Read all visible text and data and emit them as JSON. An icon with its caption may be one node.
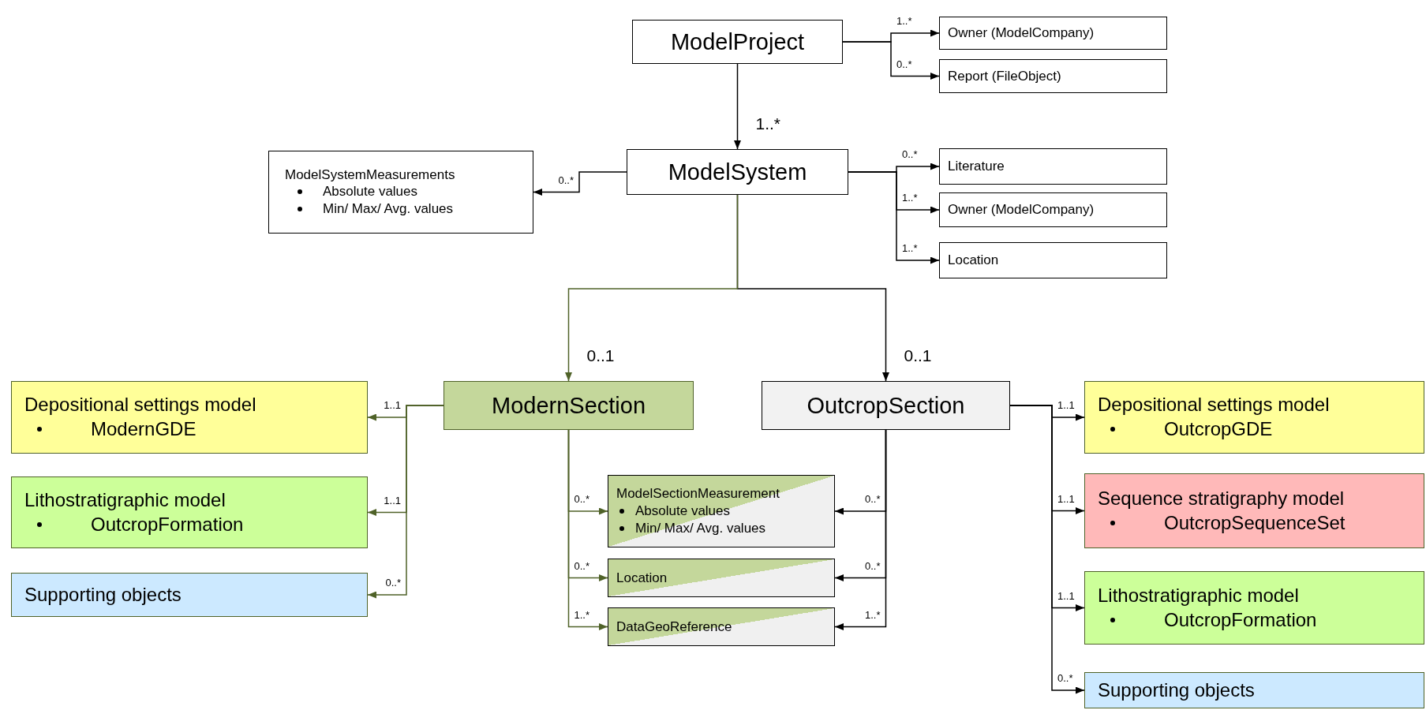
{
  "diagram": {
    "nodes": [
      {
        "text": [
          "ModelProject"
        ]
      },
      {
        "text": [
          "Owner (ModelCompany)"
        ]
      },
      {
        "text": [
          "Report (FileObject)"
        ]
      },
      {
        "text": [
          "ModelSystemMeasurements",
          "Absolute values",
          "Min/ Max/ Avg. values"
        ]
      },
      {
        "text": [
          "ModelSystem"
        ]
      },
      {
        "text": [
          "Literature"
        ]
      },
      {
        "text": [
          "Owner (ModelCompany)"
        ]
      },
      {
        "text": [
          "Location"
        ]
      },
      {
        "text": [
          "Depositional settings model",
          "ModernGDE"
        ]
      },
      {
        "text": [
          "ModernSection"
        ]
      },
      {
        "text": [
          "OutcropSection"
        ]
      },
      {
        "text": [
          "Depositional settings model",
          "OutcropGDE"
        ]
      },
      {
        "text": [
          "Lithostratigraphic model",
          "OutcropFormation"
        ]
      },
      {
        "text": [
          "ModelSectionMeasurement",
          "Absolute values",
          "Min/ Max/ Avg. values"
        ]
      },
      {
        "text": [
          "Sequence stratigraphy model",
          "OutcropSequenceSet"
        ]
      },
      {
        "text": [
          "Supporting objects"
        ]
      },
      {
        "text": [
          "Location"
        ]
      },
      {
        "text": [
          "Lithostratigraphic model",
          "OutcropFormation"
        ]
      },
      {
        "text": [
          "DataGeoReference"
        ]
      },
      {
        "text": [
          "Supporting objects"
        ]
      }
    ],
    "edges": [
      {
        "from": 0,
        "to": 4,
        "arrow": "to",
        "label": "1..*"
      },
      {
        "from": 0,
        "to": 1,
        "arrow": "to",
        "label": "1..*"
      },
      {
        "from": 0,
        "to": 2,
        "arrow": "to",
        "label": "0..*"
      },
      {
        "from": 4,
        "to": 3,
        "arrow": "to",
        "label": "0..*"
      },
      {
        "from": 4,
        "to": 5,
        "arrow": "to",
        "label": "0..*"
      },
      {
        "from": 4,
        "to": 6,
        "arrow": "to",
        "label": "1..*"
      },
      {
        "from": 4,
        "to": 7,
        "arrow": "to",
        "label": "1..*"
      },
      {
        "from": 4,
        "to": 9,
        "arrow": "to",
        "label": "0..1",
        "color": "#4f6228"
      },
      {
        "from": 4,
        "to": 10,
        "arrow": "to",
        "label": "0..1"
      },
      {
        "from": 9,
        "to": 8,
        "arrow": "to",
        "label": "1..1",
        "color": "#4f6228"
      },
      {
        "from": 9,
        "to": 12,
        "arrow": "to",
        "label": "1..1",
        "color": "#4f6228"
      },
      {
        "from": 9,
        "to": 15,
        "arrow": "to",
        "label": "0..*",
        "color": "#4f6228"
      },
      {
        "from": 9,
        "to": 13,
        "arrow": "to",
        "label": "0..*",
        "color": "#4f6228"
      },
      {
        "from": 9,
        "to": 16,
        "arrow": "to",
        "label": "0..*",
        "color": "#4f6228"
      },
      {
        "from": 9,
        "to": 18,
        "arrow": "to",
        "label": "1..*",
        "color": "#4f6228"
      },
      {
        "from": 10,
        "to": 13,
        "arrow": "to",
        "label": "0..*"
      },
      {
        "from": 10,
        "to": 16,
        "arrow": "to",
        "label": "0..*"
      },
      {
        "from": 10,
        "to": 18,
        "arrow": "to",
        "label": "1..*"
      },
      {
        "from": 10,
        "to": 11,
        "arrow": "to",
        "label": "1..1"
      },
      {
        "from": 10,
        "to": 14,
        "arrow": "to",
        "label": "1..1"
      },
      {
        "from": 10,
        "to": 17,
        "arrow": "to",
        "label": "1..1"
      },
      {
        "from": 10,
        "to": 19,
        "arrow": "to",
        "label": "0..*"
      }
    ]
  }
}
